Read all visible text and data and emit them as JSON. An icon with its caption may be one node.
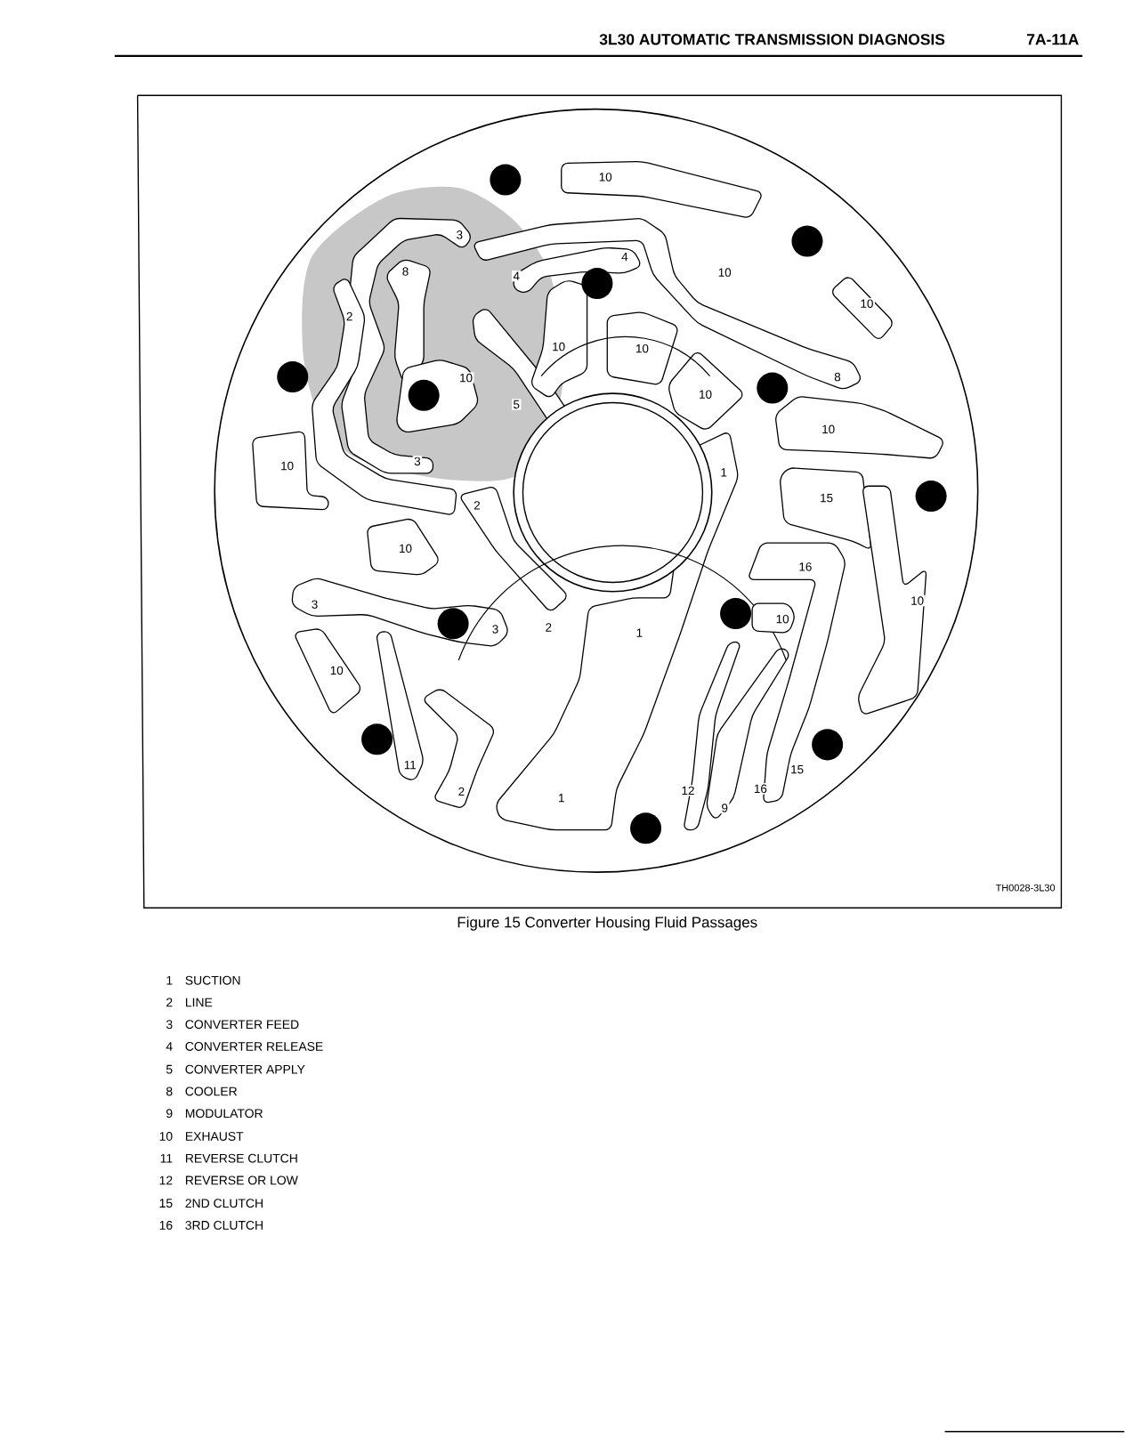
{
  "diagram": {
    "caption": "Figure 15 Converter Housing Fluid Passages",
    "labels": [
      "3L30 AUTOMATIC TRANSMISSION DIAGNOSIS",
      "7A-11A",
      "10",
      "3",
      "4",
      "8",
      "4",
      "10",
      "10",
      "2",
      "10",
      "10",
      "10",
      "8",
      "5",
      "10",
      "10",
      "3",
      "10",
      "1",
      "15",
      "2",
      "10",
      "16",
      "10",
      "3",
      "10",
      "3",
      "2",
      "1",
      "10",
      "11",
      "15",
      "2",
      "1",
      "12",
      "9",
      "16",
      "TH0028-3L30",
      "1",
      "SUCTION",
      "2",
      "LINE",
      "3",
      "CONVERTER FEED",
      "4",
      "CONVERTER RELEASE",
      "5",
      "CONVERTER APPLY",
      "8",
      "COOLER",
      "9",
      "MODULATOR",
      "10",
      "EXHAUST",
      "11",
      "REVERSE CLUTCH",
      "12",
      "REVERSE OR LOW",
      "15",
      "2ND CLUTCH",
      "16",
      "3RD CLUTCH"
    ]
  }
}
